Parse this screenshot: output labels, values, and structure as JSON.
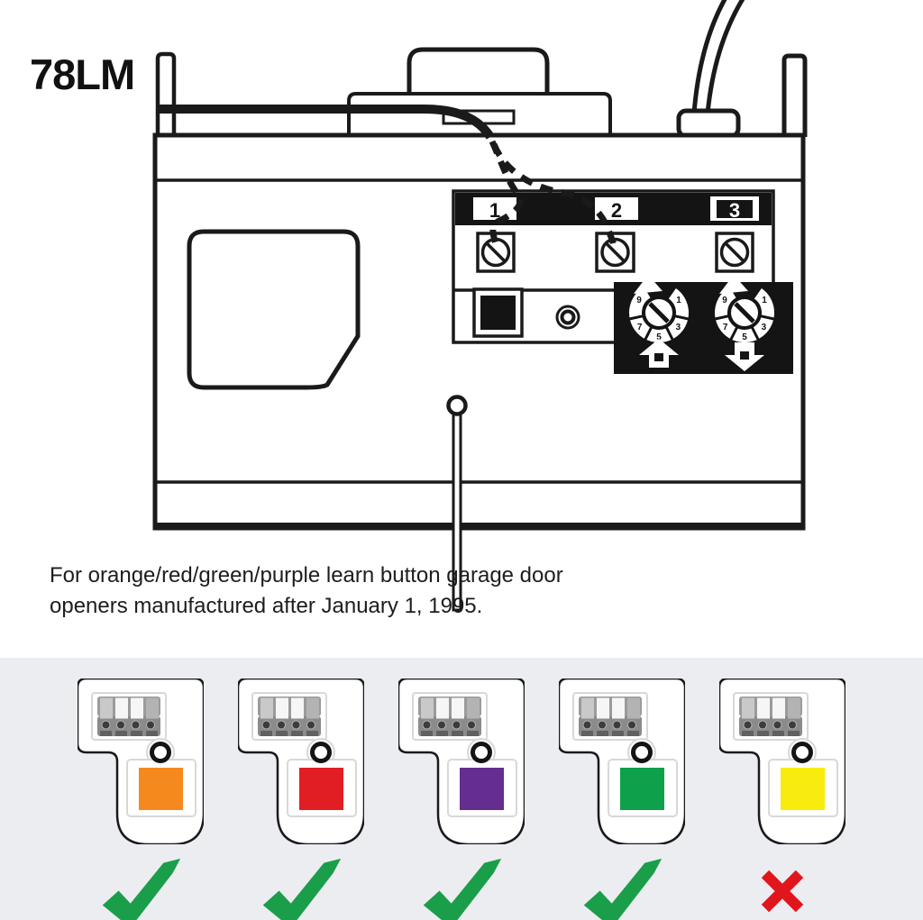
{
  "title": "78LM",
  "caption": {
    "line1": "For orange/red/green/purple learn button garage door",
    "line2": "openers manufactured after January 1, 1995."
  },
  "device": {
    "terminal_labels": [
      "1",
      "2",
      "3"
    ],
    "dial_numbers": [
      "9",
      "7",
      "5",
      "3",
      "1"
    ]
  },
  "colors": {
    "line": "#1a1a1a",
    "check": "#1A9E49",
    "cross": "#E1161C",
    "panel_bg": "#ECEDF1"
  },
  "variants": [
    {
      "name": "orange-learn-button",
      "color": "#F6891E",
      "compatible": true
    },
    {
      "name": "red-learn-button",
      "color": "#E11E24",
      "compatible": true
    },
    {
      "name": "purple-learn-button",
      "color": "#662D91",
      "compatible": true
    },
    {
      "name": "green-learn-button",
      "color": "#0FA04C",
      "compatible": true
    },
    {
      "name": "yellow-learn-button",
      "color": "#F7EC0E",
      "compatible": false
    }
  ]
}
